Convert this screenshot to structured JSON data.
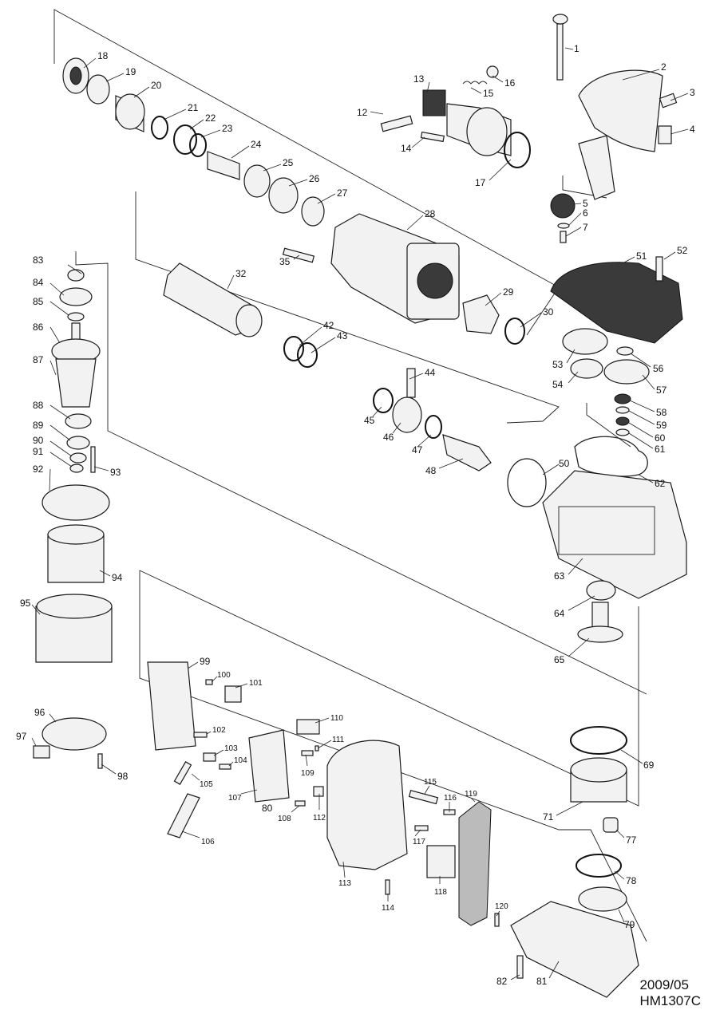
{
  "footer": {
    "date": "2009/05",
    "model": "HM1307C"
  },
  "part_numbers": [
    "1",
    "2",
    "3",
    "4",
    "5",
    "6",
    "7",
    "12",
    "13",
    "14",
    "15",
    "16",
    "17",
    "18",
    "19",
    "20",
    "21",
    "22",
    "23",
    "24",
    "25",
    "26",
    "27",
    "28",
    "29",
    "30",
    "32",
    "35",
    "42",
    "43",
    "44",
    "45",
    "46",
    "47",
    "48",
    "50",
    "51",
    "52",
    "53",
    "54",
    "56",
    "57",
    "58",
    "59",
    "60",
    "61",
    "62",
    "63",
    "64",
    "65",
    "69",
    "71",
    "77",
    "78",
    "79",
    "80",
    "81",
    "82",
    "83",
    "84",
    "85",
    "86",
    "87",
    "88",
    "89",
    "90",
    "91",
    "92",
    "93",
    "94",
    "95",
    "96",
    "97",
    "98",
    "99",
    "100",
    "101",
    "102",
    "103",
    "104",
    "105",
    "106",
    "107",
    "108",
    "109",
    "110",
    "111",
    "112",
    "113",
    "114",
    "115",
    "116",
    "117",
    "118",
    "119",
    "120"
  ]
}
